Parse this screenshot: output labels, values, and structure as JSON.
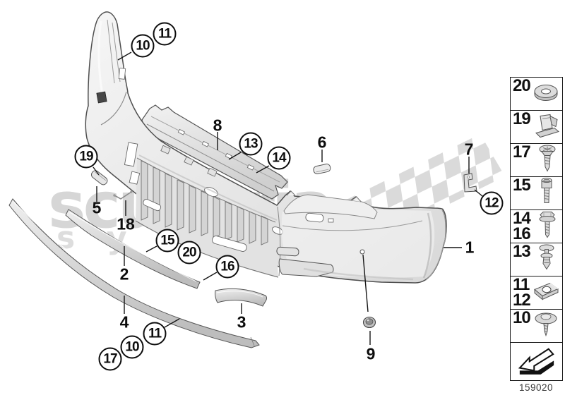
{
  "page": {
    "background": "#ffffff"
  },
  "colors": {
    "line_art_outline": "#4f4f4f",
    "line_art_fill": "#e9e9e9",
    "callout_line": "#111111",
    "watermark_text": "#d6d6d6",
    "watermark_checker": "#dadada"
  },
  "watermark": {
    "title": "scuderia",
    "subtitle_letters": [
      "s",
      "y",
      "s",
      "t",
      "e",
      "m",
      "s"
    ]
  },
  "diagram": {
    "circle_callouts": [
      {
        "label": "10"
      },
      {
        "label": "11"
      },
      {
        "label": "19"
      },
      {
        "label": "13"
      },
      {
        "label": "14"
      },
      {
        "label": "12"
      },
      {
        "label": "15"
      },
      {
        "label": "20"
      },
      {
        "label": "16"
      },
      {
        "label": "11"
      },
      {
        "label": "10"
      },
      {
        "label": "17"
      }
    ],
    "text_callouts": [
      {
        "label": "8"
      },
      {
        "label": "6"
      },
      {
        "label": "7"
      },
      {
        "label": "5"
      },
      {
        "label": "18"
      },
      {
        "label": "2"
      },
      {
        "label": "4"
      },
      {
        "label": "3"
      },
      {
        "label": "9"
      },
      {
        "label": "1"
      }
    ]
  },
  "sidebar": {
    "rows": [
      {
        "labels": [
          "20"
        ],
        "icon": "washer-icon"
      },
      {
        "labels": [
          "19"
        ],
        "icon": "clip-bracket-icon"
      },
      {
        "labels": [
          "17"
        ],
        "icon": "flange-screw-icon"
      },
      {
        "labels": [
          "15"
        ],
        "icon": "socket-bolt-icon"
      },
      {
        "labels": [
          "14",
          "16"
        ],
        "icon": "hex-screw-icon"
      },
      {
        "labels": [
          "13"
        ],
        "icon": "expansion-rivet-icon"
      },
      {
        "labels": [
          "11",
          "12"
        ],
        "icon": "cage-nut-icon"
      },
      {
        "labels": [
          "10"
        ],
        "icon": "washer-screw-icon"
      }
    ],
    "footer_icon": "direction-arrow-icon",
    "part_code": "159020"
  }
}
